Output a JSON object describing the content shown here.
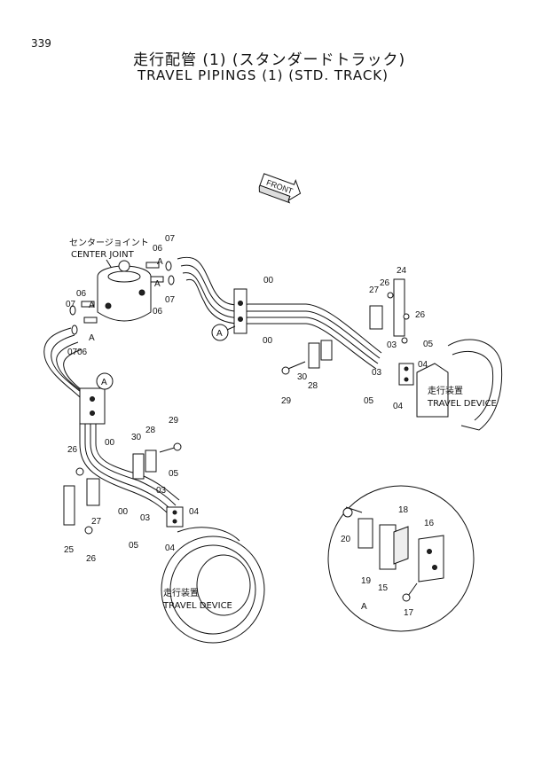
{
  "page_number": "339",
  "title_jp": "走行配管 (1) (スタンダードトラック)",
  "title_en": "TRAVEL PIPINGS (1) (STD. TRACK)",
  "front_label": "FRONT",
  "center_joint_jp": "センタージョイント",
  "center_joint_en": "CENTER JOINT",
  "travel_device_jp": "走行装置",
  "travel_device_en": "TRAVEL DEVICE",
  "detail_ref": "A",
  "part_numbers": {
    "p00": "00",
    "p03": "03",
    "p04": "04",
    "p05": "05",
    "p06": "06",
    "p07": "07",
    "p15": "15",
    "p16": "16",
    "p17": "17",
    "p18": "18",
    "p19": "19",
    "p20": "20",
    "p24": "24",
    "p25": "25",
    "p26": "26",
    "p27": "27",
    "p28": "28",
    "p29": "29",
    "p30": "30"
  }
}
